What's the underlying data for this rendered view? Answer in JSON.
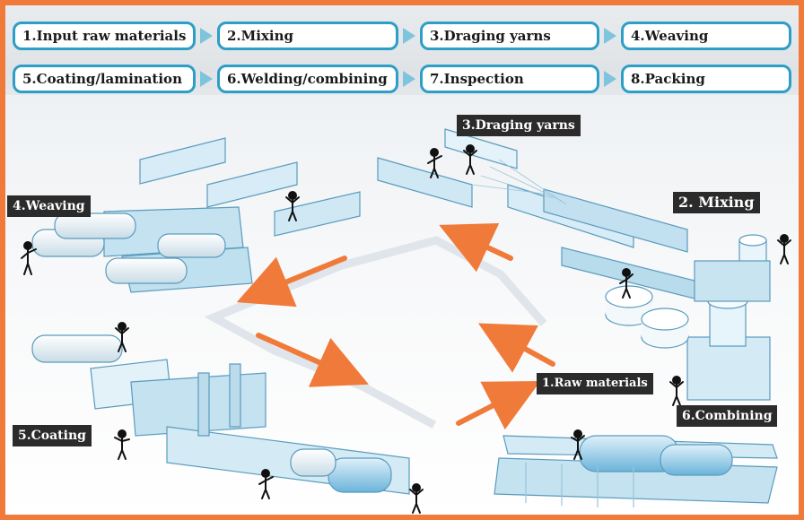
{
  "steps": [
    "1.Input raw materials",
    "2.Mixing",
    "3.Draging yarns",
    "4.Weaving",
    "5.Coating/lamination",
    "6.Welding/combining",
    "7.Inspection",
    "8.Packing"
  ],
  "stations": {
    "draging": "3.Draging yarns",
    "mixing": "2. Mixing",
    "weaving": "4.Weaving",
    "raw": "1.Raw materials",
    "combining": "6.Combining",
    "coating": "5.Coating"
  },
  "colors": {
    "frame": "#f07a3a",
    "step_border": "#2c9ec7",
    "arrow": "#f07a3a",
    "machine": "#bfe0ef",
    "label_bg": "#2b2b2b"
  }
}
